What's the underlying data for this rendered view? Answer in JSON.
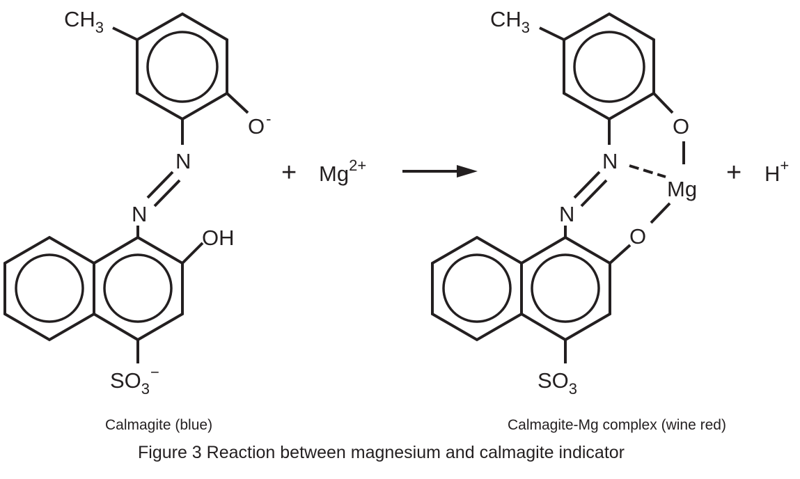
{
  "reactant": {
    "methyl": "CH",
    "methyl_sub": "3",
    "phenoxide_o": "O",
    "phenoxide_charge": "-",
    "azo_n_upper": "N",
    "azo_n_lower": "N",
    "hydroxyl": "OH",
    "sulfonate": "SO",
    "sulfonate_sub": "3",
    "sulfonate_charge": "−",
    "caption": "Calmagite (blue)"
  },
  "plus_1": "+",
  "magnesium_ion": {
    "symbol": "Mg",
    "charge": "2+"
  },
  "product": {
    "methyl": "CH",
    "methyl_sub": "3",
    "o_upper": "O",
    "azo_n_upper": "N",
    "azo_n_lower": "N",
    "metal": "Mg",
    "o_lower": "O",
    "sulfonate": "SO",
    "sulfonate_sub": "3",
    "caption": "Calmagite-Mg complex (wine red)"
  },
  "plus_2": "+",
  "proton": {
    "symbol": "H",
    "charge": "+"
  },
  "figure_title": "Figure 3  Reaction between magnesium and calmagite indicator"
}
